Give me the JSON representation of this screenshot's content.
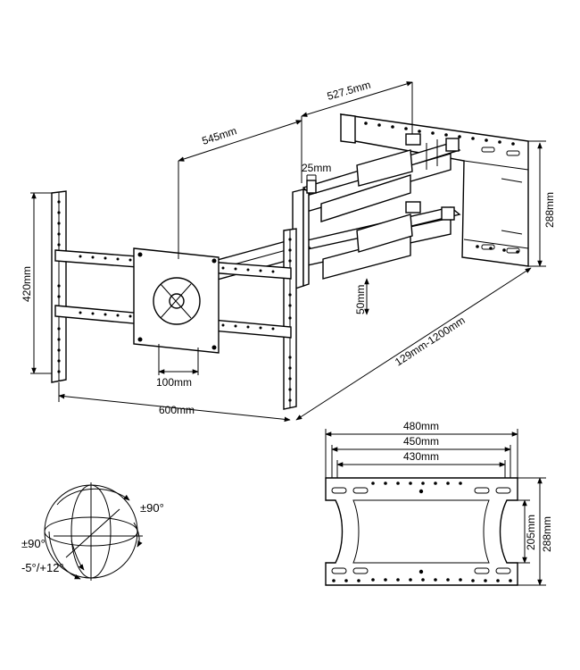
{
  "dimensions": {
    "arm_extension_max": "527.5mm",
    "arm_extension_diag": "545mm",
    "wall_plate_height": "288mm",
    "arm_thickness": "25mm",
    "arm_gap": "50mm",
    "extension_range": "129mm-1200mm",
    "tv_plate_height": "420mm",
    "vesa_min": "100mm",
    "vesa_max_width": "600mm"
  },
  "wall_plate_detail": {
    "width_outer": "480mm",
    "width_mid": "450mm",
    "width_inner": "430mm",
    "height_outer": "288mm",
    "height_inner": "205mm"
  },
  "rotation": {
    "swivel": "±90°",
    "rotate": "±90°",
    "tilt": "-5°/+12°"
  }
}
